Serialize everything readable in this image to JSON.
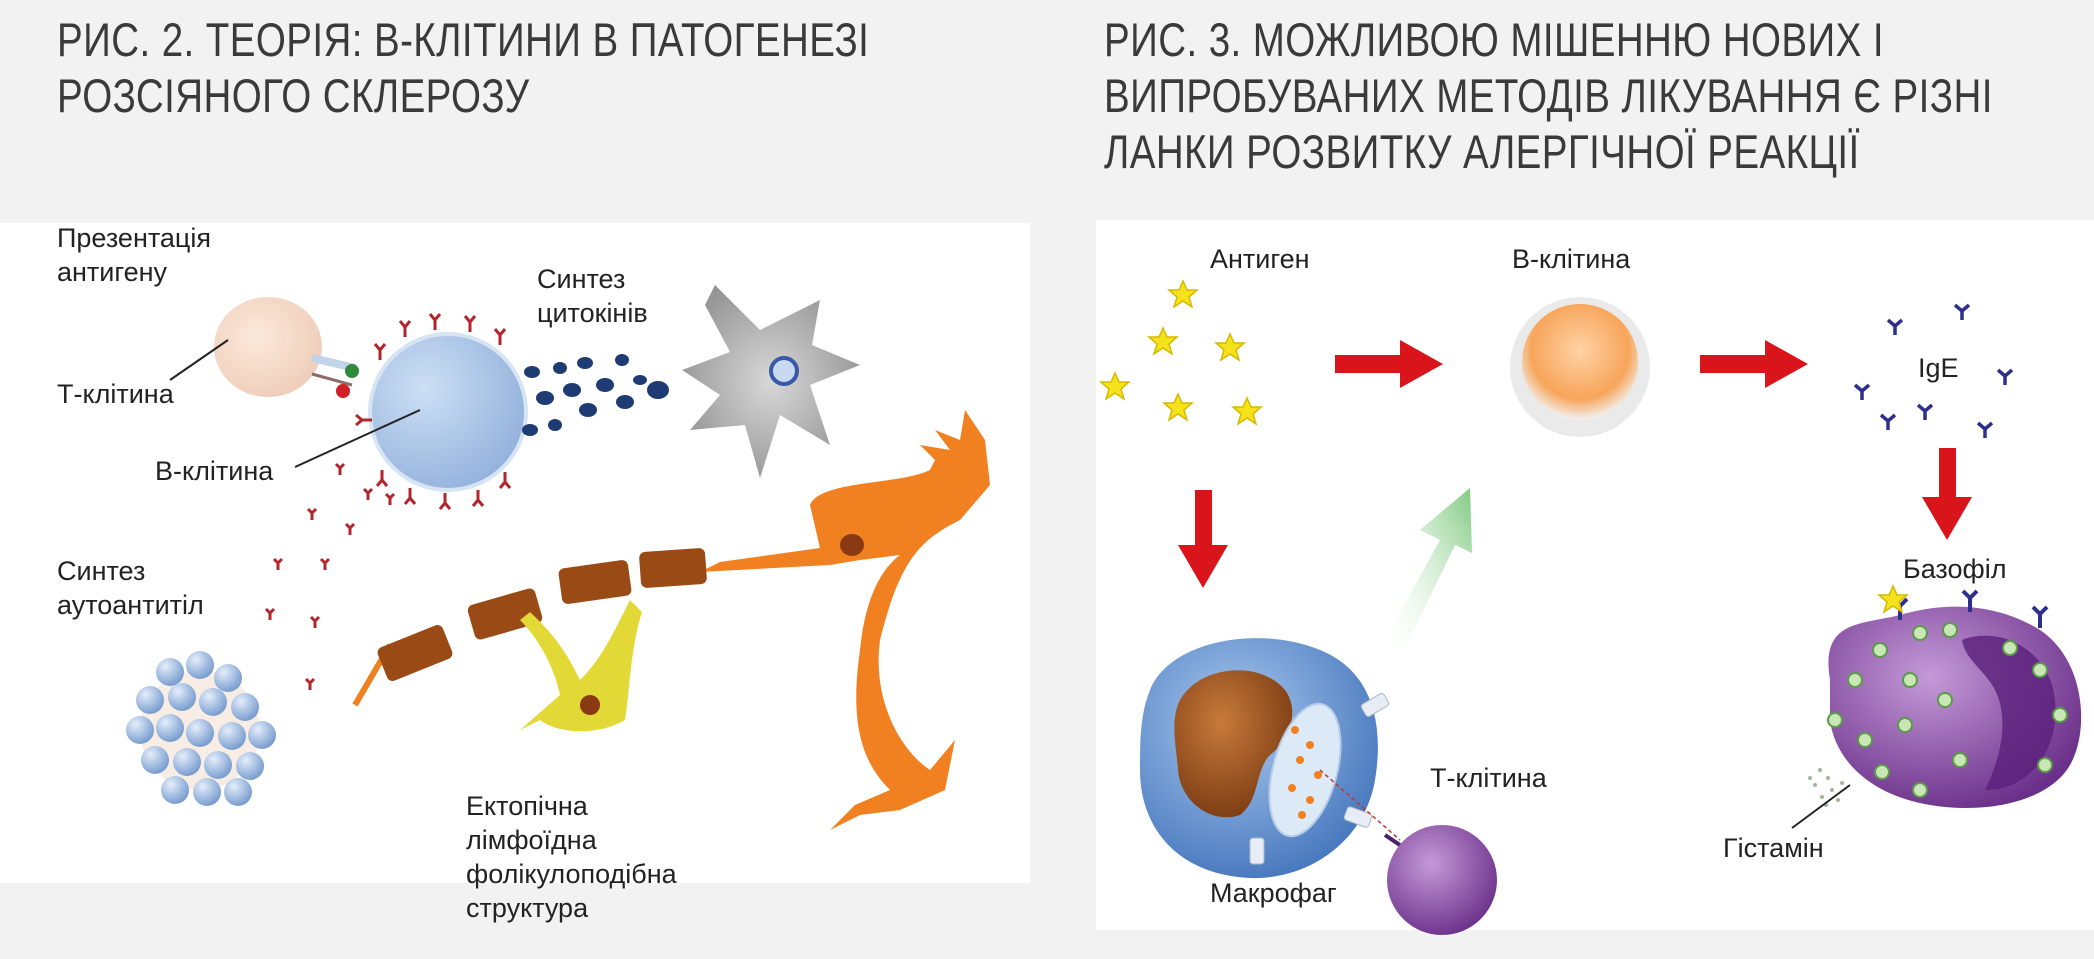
{
  "figure2": {
    "title_line1": "РИС. 2. ТЕОРІЯ: В-КЛІТИНИ В ПАТОГЕНЕЗІ",
    "title_line2": "РОЗСІЯНОГО СКЛЕРОЗУ",
    "labels": {
      "antigen_presentation_1": "Презентація",
      "antigen_presentation_2": "антигену",
      "t_cell": "Т-клітина",
      "b_cell": "В-клітина",
      "cytokine_synthesis_1": "Синтез",
      "cytokine_synthesis_2": "цитокінів",
      "autoantibody_synthesis_1": "Синтез",
      "autoantibody_synthesis_2": "аутоантитіл",
      "ectopic_1": "Ектопічна",
      "ectopic_2": "лімфоїдна",
      "ectopic_3": "фолікулоподібна",
      "ectopic_4": "структура"
    }
  },
  "figure3": {
    "title_line1": "РИС. 3. МОЖЛИВОЮ МІШЕННЮ НОВИХ І",
    "title_line2": "ВИПРОБУВАНИХ МЕТОДІВ ЛІКУВАННЯ Є РІЗНІ",
    "title_line3": "ЛАНКИ РОЗВИТКУ АЛЕРГІЧНОЇ РЕАКЦІЇ",
    "labels": {
      "antigen": "Антиген",
      "b_cell": "В-клітина",
      "ige": "IgE",
      "basophil": "Базофіл",
      "t_cell": "Т-клітина",
      "macrophage": "Макрофаг",
      "histamine": "Гістамін"
    }
  },
  "colors": {
    "arrow_red": "#d9141b",
    "arrow_green": "#7fc97f",
    "b_cell_blue": "#a9c4e6",
    "neuron_orange": "#f08020",
    "myelin_brown": "#9a4a14",
    "astro_yellow": "#e3d936",
    "basophil_purple": "#7d3f9a",
    "macrophage_blue": "#5b8fd0"
  }
}
